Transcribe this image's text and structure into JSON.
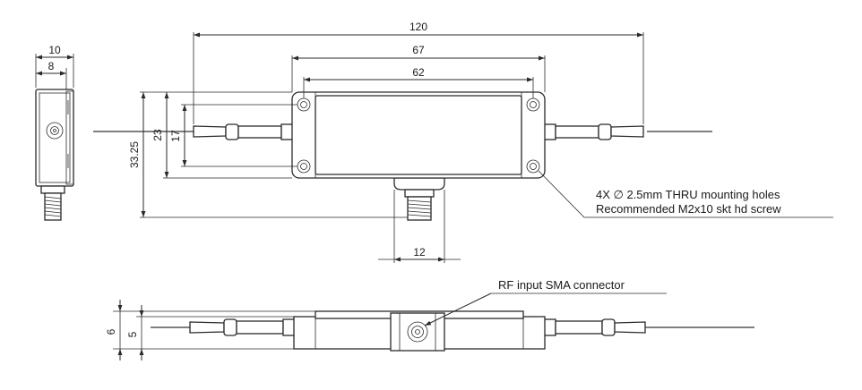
{
  "dimensions": {
    "overall_length": "120",
    "body_length": "67",
    "hole_spacing": "62",
    "width_total": "10",
    "width_inner": "8",
    "height_total": "33.25",
    "height_body": "23",
    "height_holes": "17",
    "connector_width": "12",
    "side_total": "6",
    "side_inner": "5"
  },
  "notes": {
    "holes_line1": "4X ∅ 2.5mm THRU mounting holes",
    "holes_line2": "Recommended M2x10 skt hd screw",
    "rf_label": "RF input SMA connector"
  }
}
